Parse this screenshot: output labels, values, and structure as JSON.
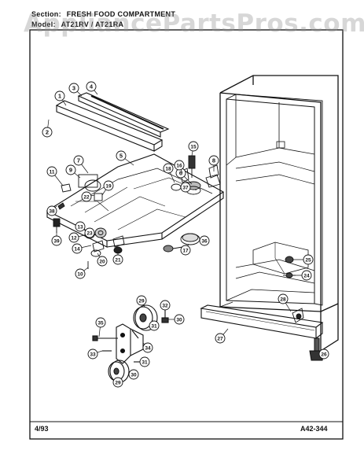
{
  "header": {
    "section_label": "Section:",
    "section_value": "FRESH FOOD COMPARTMENT",
    "model_label": "Model:",
    "model_value": "AT21RV / AT21RA"
  },
  "watermark": "AppliancePartsPros.com",
  "footer": {
    "date": "4/93",
    "diagram_code": "A42-344"
  },
  "callouts": [
    "1",
    "2",
    "3",
    "4",
    "5",
    "6",
    "7",
    "8",
    "9",
    "10",
    "11",
    "12",
    "13",
    "14",
    "15",
    "16",
    "17",
    "18",
    "19",
    "20",
    "21",
    "22",
    "23",
    "24",
    "25",
    "26",
    "27",
    "28",
    "29",
    "30",
    "31",
    "32",
    "33",
    "34",
    "35",
    "36",
    "37",
    "38",
    "39"
  ]
}
